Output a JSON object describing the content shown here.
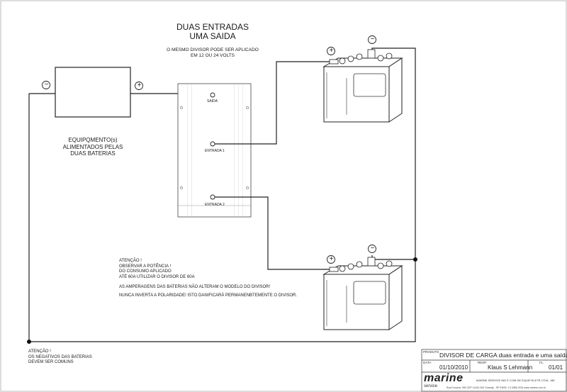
{
  "header": {
    "title_line1": "DUAS ENTRADAS",
    "title_line2": "UMA SAIDA",
    "note_line1": "O MESMO DIVISOR PODE SER APLICADO",
    "note_line2": "EM 12 OU 24 VOLTS"
  },
  "equipment": {
    "label_line1": "EQUIPQMENTO(s)",
    "label_line2": "ALIMENTADOS PELAS",
    "label_line3": "DUAS BATERIAS"
  },
  "divider": {
    "terminal_saida": "SAIDA",
    "terminal_entrada1": "ENTRADA 1",
    "terminal_entrada2": "ENTRADA 2"
  },
  "notes": {
    "line1": "ATENÇÃO !",
    "line2": "OBSERVAR A POTÊNCIA !",
    "line3": "DO CONSUMO APLICADO",
    "line4": "ATÉ 60A UTILIZAR O DIVISOR DE 60A",
    "line5": "AS AMPERAGENS DAS BATERIAS NÃO ALTERAM O MODELO DO DIVISOR!",
    "line6": "NUNCA INVERTA A POLARIDADE! ISTO DANIFICARÁ PERMANENBTEMENTE O DIVISOR."
  },
  "ground_note": {
    "line1": "ATENÇÃO !",
    "line2": "OS NEGATIVOS DAS BATERIAS",
    "line3": "DEVEM SER COMUNS"
  },
  "title_block": {
    "produto_label": "PRODUTO",
    "produto": "DIVISOR DE CARGA duas entrada e uma saída",
    "data_label": "DATA",
    "data": "01/10/2010",
    "resp_label": "RESP.",
    "resp": "Klaus S Lehmann",
    "fl_label": "FL.",
    "fl": "01/01",
    "logo_word": "marine",
    "logo_sub": "service",
    "company": "MARINE SERVICE IND E COM DE EQUIP ELETR LTDA - ME",
    "address": "Rua Funchal, 994  CEP 11432-000 Guarujá - SP ENSK: 13  3358-2933 www.marine.com.br"
  },
  "symbols": {
    "minus": "−",
    "plus": "+"
  }
}
